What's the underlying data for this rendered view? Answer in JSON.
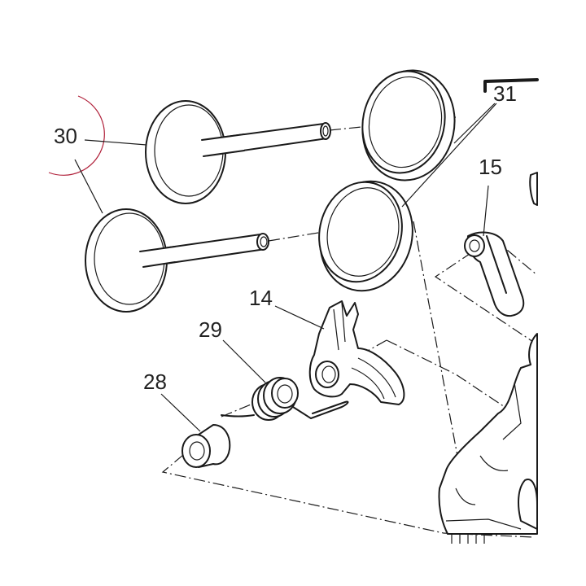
{
  "labels": {
    "valve_pair": "30",
    "valve_seat_rings": "31",
    "rocker_arm": "15",
    "opening_rocker": "14",
    "return_spring": "29",
    "spacer_bushing": "28"
  },
  "colors": {
    "line": "#1a1a1a",
    "text": "#222222",
    "highlight_circle": "#b0203a"
  }
}
